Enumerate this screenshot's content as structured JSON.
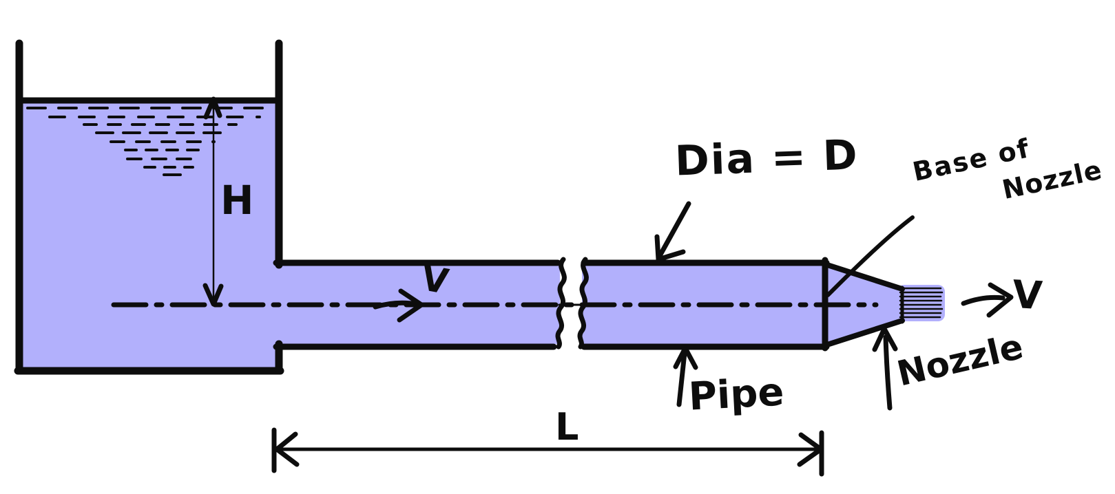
{
  "colors": {
    "fluid": "#b2b0fc",
    "ink": "#0d0d0d",
    "background": "#ffffff"
  },
  "labels": {
    "head": "H",
    "pipe_velocity": "V",
    "diameter": "Dia = D",
    "base_of_nozzle_line1": "Base of",
    "base_of_nozzle_line2": "Nozzle",
    "pipe": "Pipe",
    "nozzle": "Nozzle",
    "length": "L",
    "exit_velocity": "V"
  }
}
